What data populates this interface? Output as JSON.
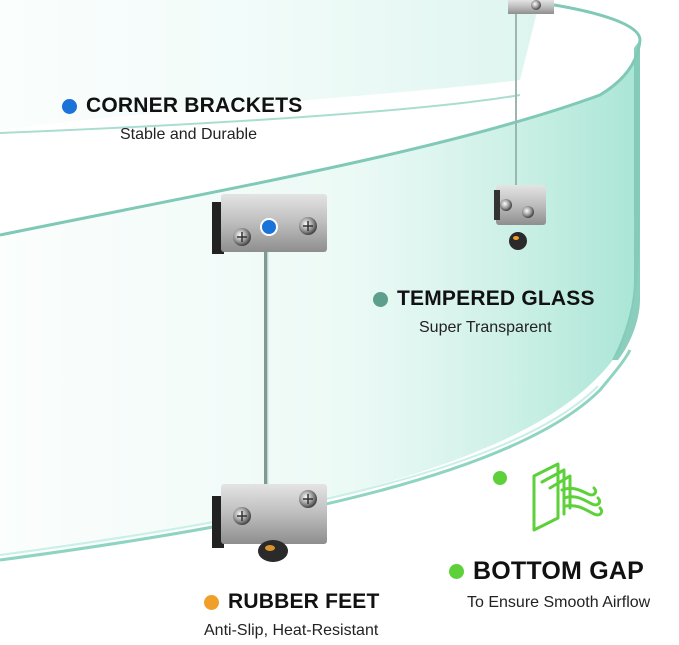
{
  "colors": {
    "blue": "#1a73d9",
    "teal": "#5e9e8c",
    "green": "#5ed13a",
    "orange": "#f0a02a",
    "glass": "#bfeee4",
    "glass_edge": "#7fc9b6"
  },
  "icons": {
    "airflow": "airflow-icon"
  },
  "features": {
    "corner_brackets": {
      "title": "CORNER BRACKETS",
      "subtitle": "Stable and Durable"
    },
    "tempered_glass": {
      "title": "TEMPERED GLASS",
      "subtitle": "Super Transparent"
    },
    "bottom_gap": {
      "title": "BOTTOM GAP",
      "subtitle": "To Ensure Smooth Airflow"
    },
    "rubber_feet": {
      "title": "RUBBER FEET",
      "subtitle": "Anti-Slip, Heat-Resistant"
    }
  }
}
